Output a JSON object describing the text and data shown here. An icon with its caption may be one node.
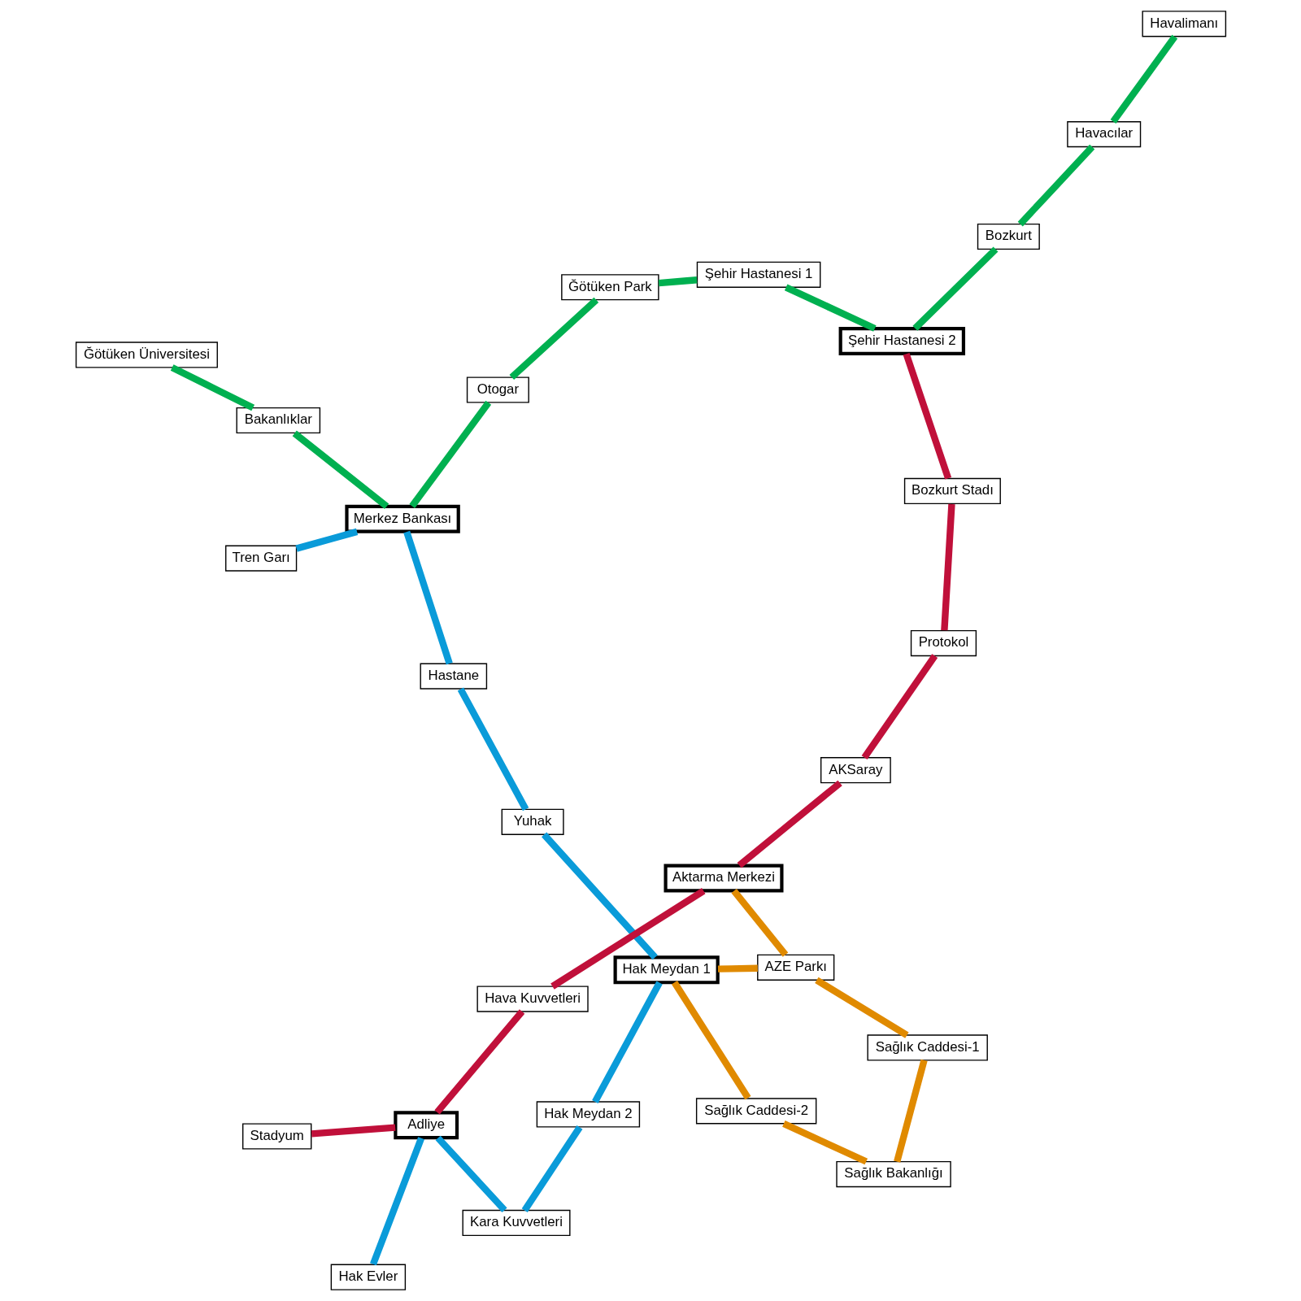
{
  "diagram": {
    "nodes": [
      {
        "text": [
          "Ğötüken Üniversitesi"
        ]
      },
      {
        "text": [
          "Bakanlıklar"
        ]
      },
      {
        "text": [
          "Tren Garı"
        ]
      },
      {
        "text": [
          "Merkez Bankası"
        ]
      },
      {
        "text": [
          "Hastane"
        ]
      },
      {
        "text": [
          "Yuhak"
        ]
      },
      {
        "text": [
          "Sağlık Caddesi-1"
        ]
      },
      {
        "text": [
          "Sağlık Bakanlığı"
        ]
      },
      {
        "text": [
          "Sağlık Caddesi-2"
        ]
      },
      {
        "text": [
          "Hak Meydan 1"
        ]
      },
      {
        "text": [
          "Hak Meydan 2"
        ]
      },
      {
        "text": [
          "Kara Kuvvetleri"
        ]
      },
      {
        "text": [
          "Otogar"
        ]
      },
      {
        "text": [
          "AZE Parkı"
        ]
      },
      {
        "text": [
          "AKSaray"
        ]
      },
      {
        "text": [
          "Aktarma Merkezi"
        ]
      },
      {
        "text": [
          "Hava Kuvvetleri"
        ]
      },
      {
        "text": [
          "Ğötüken Park"
        ]
      },
      {
        "text": [
          "Adliye"
        ]
      },
      {
        "text": [
          "Hak Evler"
        ]
      },
      {
        "text": [
          "Protokol"
        ]
      },
      {
        "text": [
          "Şehir Hastanesi 1"
        ]
      },
      {
        "text": [
          "Stadyum"
        ]
      },
      {
        "text": [
          "Şehir Hastanesi 2"
        ]
      },
      {
        "text": [
          "Bozkurt Stadı"
        ]
      },
      {
        "text": [
          "Bozkurt"
        ]
      },
      {
        "text": [
          "Havacılar"
        ]
      },
      {
        "text": [
          "Havalimanı"
        ]
      }
    ],
    "edges": [
      {
        "from": 2,
        "to": 3,
        "arrow": "none",
        "color": "#0a9bd9"
      },
      {
        "from": 3,
        "to": 4,
        "arrow": "none",
        "color": "#0a9bd9"
      },
      {
        "from": 4,
        "to": 5,
        "arrow": "none",
        "color": "#0a9bd9"
      },
      {
        "from": 5,
        "to": 9,
        "arrow": "none",
        "color": "#0a9bd9"
      },
      {
        "from": 9,
        "to": 10,
        "arrow": "none",
        "color": "#0a9bd9"
      },
      {
        "from": 10,
        "to": 11,
        "arrow": "none",
        "color": "#0a9bd9"
      },
      {
        "from": 11,
        "to": 18,
        "arrow": "none",
        "color": "#0a9bd9"
      },
      {
        "from": 18,
        "to": 19,
        "arrow": "none",
        "color": "#0a9bd9"
      },
      {
        "from": 0,
        "to": 1,
        "arrow": "none",
        "color": "#00b050"
      },
      {
        "from": 1,
        "to": 3,
        "arrow": "none",
        "color": "#00b050"
      },
      {
        "from": 3,
        "to": 12,
        "arrow": "none",
        "color": "#00b050"
      },
      {
        "from": 12,
        "to": 17,
        "arrow": "none",
        "color": "#00b050"
      },
      {
        "from": 17,
        "to": 21,
        "arrow": "none",
        "color": "#00b050"
      },
      {
        "from": 21,
        "to": 23,
        "arrow": "none",
        "color": "#00b050"
      },
      {
        "from": 23,
        "to": 25,
        "arrow": "none",
        "color": "#00b050"
      },
      {
        "from": 25,
        "to": 26,
        "arrow": "none",
        "color": "#00b050"
      },
      {
        "from": 26,
        "to": 27,
        "arrow": "none",
        "color": "#00b050"
      },
      {
        "from": 23,
        "to": 24,
        "arrow": "none",
        "color": "#c0103a"
      },
      {
        "from": 24,
        "to": 20,
        "arrow": "none",
        "color": "#c0103a"
      },
      {
        "from": 20,
        "to": 14,
        "arrow": "none",
        "color": "#c0103a"
      },
      {
        "from": 14,
        "to": 15,
        "arrow": "none",
        "color": "#c0103a"
      },
      {
        "from": 15,
        "to": 16,
        "arrow": "none",
        "color": "#c0103a"
      },
      {
        "from": 16,
        "to": 18,
        "arrow": "none",
        "color": "#c0103a"
      },
      {
        "from": 18,
        "to": 22,
        "arrow": "none",
        "color": "#c0103a"
      },
      {
        "from": 7,
        "to": 6,
        "arrow": "none",
        "color": "#e08a00"
      },
      {
        "from": 7,
        "to": 8,
        "arrow": "none",
        "color": "#e08a00"
      },
      {
        "from": 6,
        "to": 13,
        "arrow": "none",
        "color": "#e08a00"
      },
      {
        "from": 8,
        "to": 9,
        "arrow": "none",
        "color": "#e08a00"
      },
      {
        "from": 9,
        "to": 13,
        "arrow": "none",
        "color": "#e08a00"
      },
      {
        "from": 13,
        "to": 15,
        "arrow": "none",
        "color": "#e08a00"
      }
    ]
  }
}
